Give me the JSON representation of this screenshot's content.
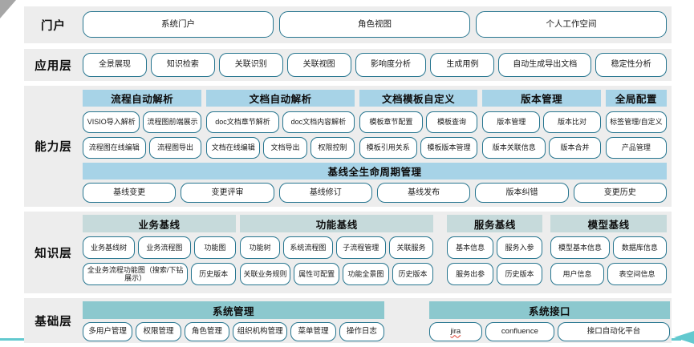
{
  "layers": [
    {
      "label": "门户",
      "items": [
        "系统门户",
        "角色视图",
        "个人工作空间"
      ]
    },
    {
      "label": "应用层",
      "items": [
        "全景展现",
        "知识检索",
        "关联识别",
        "关联视图",
        "影响度分析",
        "生成用例",
        "自动生成导出文档",
        "稳定性分析"
      ]
    },
    {
      "label": "能力层",
      "groups": [
        {
          "header": "流程自动解析",
          "rows": [
            [
              "VISIO导入解析",
              "流程图前端展示"
            ],
            [
              "流程图在线编辑",
              "流程图导出"
            ]
          ]
        },
        {
          "header": "文档自动解析",
          "rows": [
            [
              "doc文档章节解析",
              "doc文档内容解析"
            ],
            [
              "文档在线编辑",
              "文档导出",
              "权限控制"
            ]
          ]
        },
        {
          "header": "文档模板自定义",
          "rows": [
            [
              "模板章节配置",
              "模板查询"
            ],
            [
              "模板引用关系",
              "模板版本管理"
            ]
          ]
        },
        {
          "header": "版本管理",
          "rows": [
            [
              "版本管理",
              "版本比对"
            ],
            [
              "版本关联信息",
              "版本合并"
            ]
          ]
        },
        {
          "header": "全局配置",
          "rows": [
            [
              "标签管理/自定义"
            ],
            [
              "产品管理"
            ]
          ]
        }
      ],
      "baseline": {
        "header": "基线全生命周期管理",
        "items": [
          "基线变更",
          "变更评审",
          "基线修订",
          "基线发布",
          "版本纠错",
          "变更历史"
        ]
      }
    },
    {
      "label": "知识层",
      "groups": [
        {
          "header": "业务基线",
          "rows": [
            [
              "业务基线树",
              "业务流程图",
              "功能图"
            ],
            [
              "全业务流程功能图（搜索/下钻展示）",
              "历史版本"
            ]
          ]
        },
        {
          "header": "功能基线",
          "rows": [
            [
              "功能树",
              "系统流程图",
              "子流程管理",
              "关联服务"
            ],
            [
              "关联业务规则",
              "属性可配置",
              "功能全景图",
              "历史版本"
            ]
          ]
        },
        {
          "header": "服务基线",
          "rows": [
            [
              "基本信息",
              "服务入参"
            ],
            [
              "服务出参",
              "历史版本"
            ]
          ]
        },
        {
          "header": "模型基线",
          "rows": [
            [
              "模型基本信息",
              "数据库信息"
            ],
            [
              "用户信息",
              "表空间信息"
            ]
          ]
        }
      ]
    },
    {
      "label": "基础层",
      "groups": [
        {
          "header": "系统管理",
          "rows": [
            [
              "多用户管理",
              "权限管理",
              "角色管理",
              "组织机构管理",
              "菜单管理",
              "操作日志"
            ]
          ]
        },
        {
          "header": "系统接口",
          "rows": [
            [
              "jira",
              "confluence",
              "接口自动化平台"
            ]
          ]
        }
      ]
    }
  ],
  "spellcheck_underlined": [
    "jira"
  ],
  "colors": {
    "band_background": "#ededed",
    "capability_header": "#a7d3e7",
    "baseline_bar": "#a7d3e7",
    "knowledge_header": "#c6dadb",
    "foundation_header": "#8cc8ce",
    "box_border": "#26758f",
    "arrow_line": "#62c9cf",
    "corner_fold": "#a6a6a6",
    "spellcheck_underline": "#dc3e2f"
  }
}
